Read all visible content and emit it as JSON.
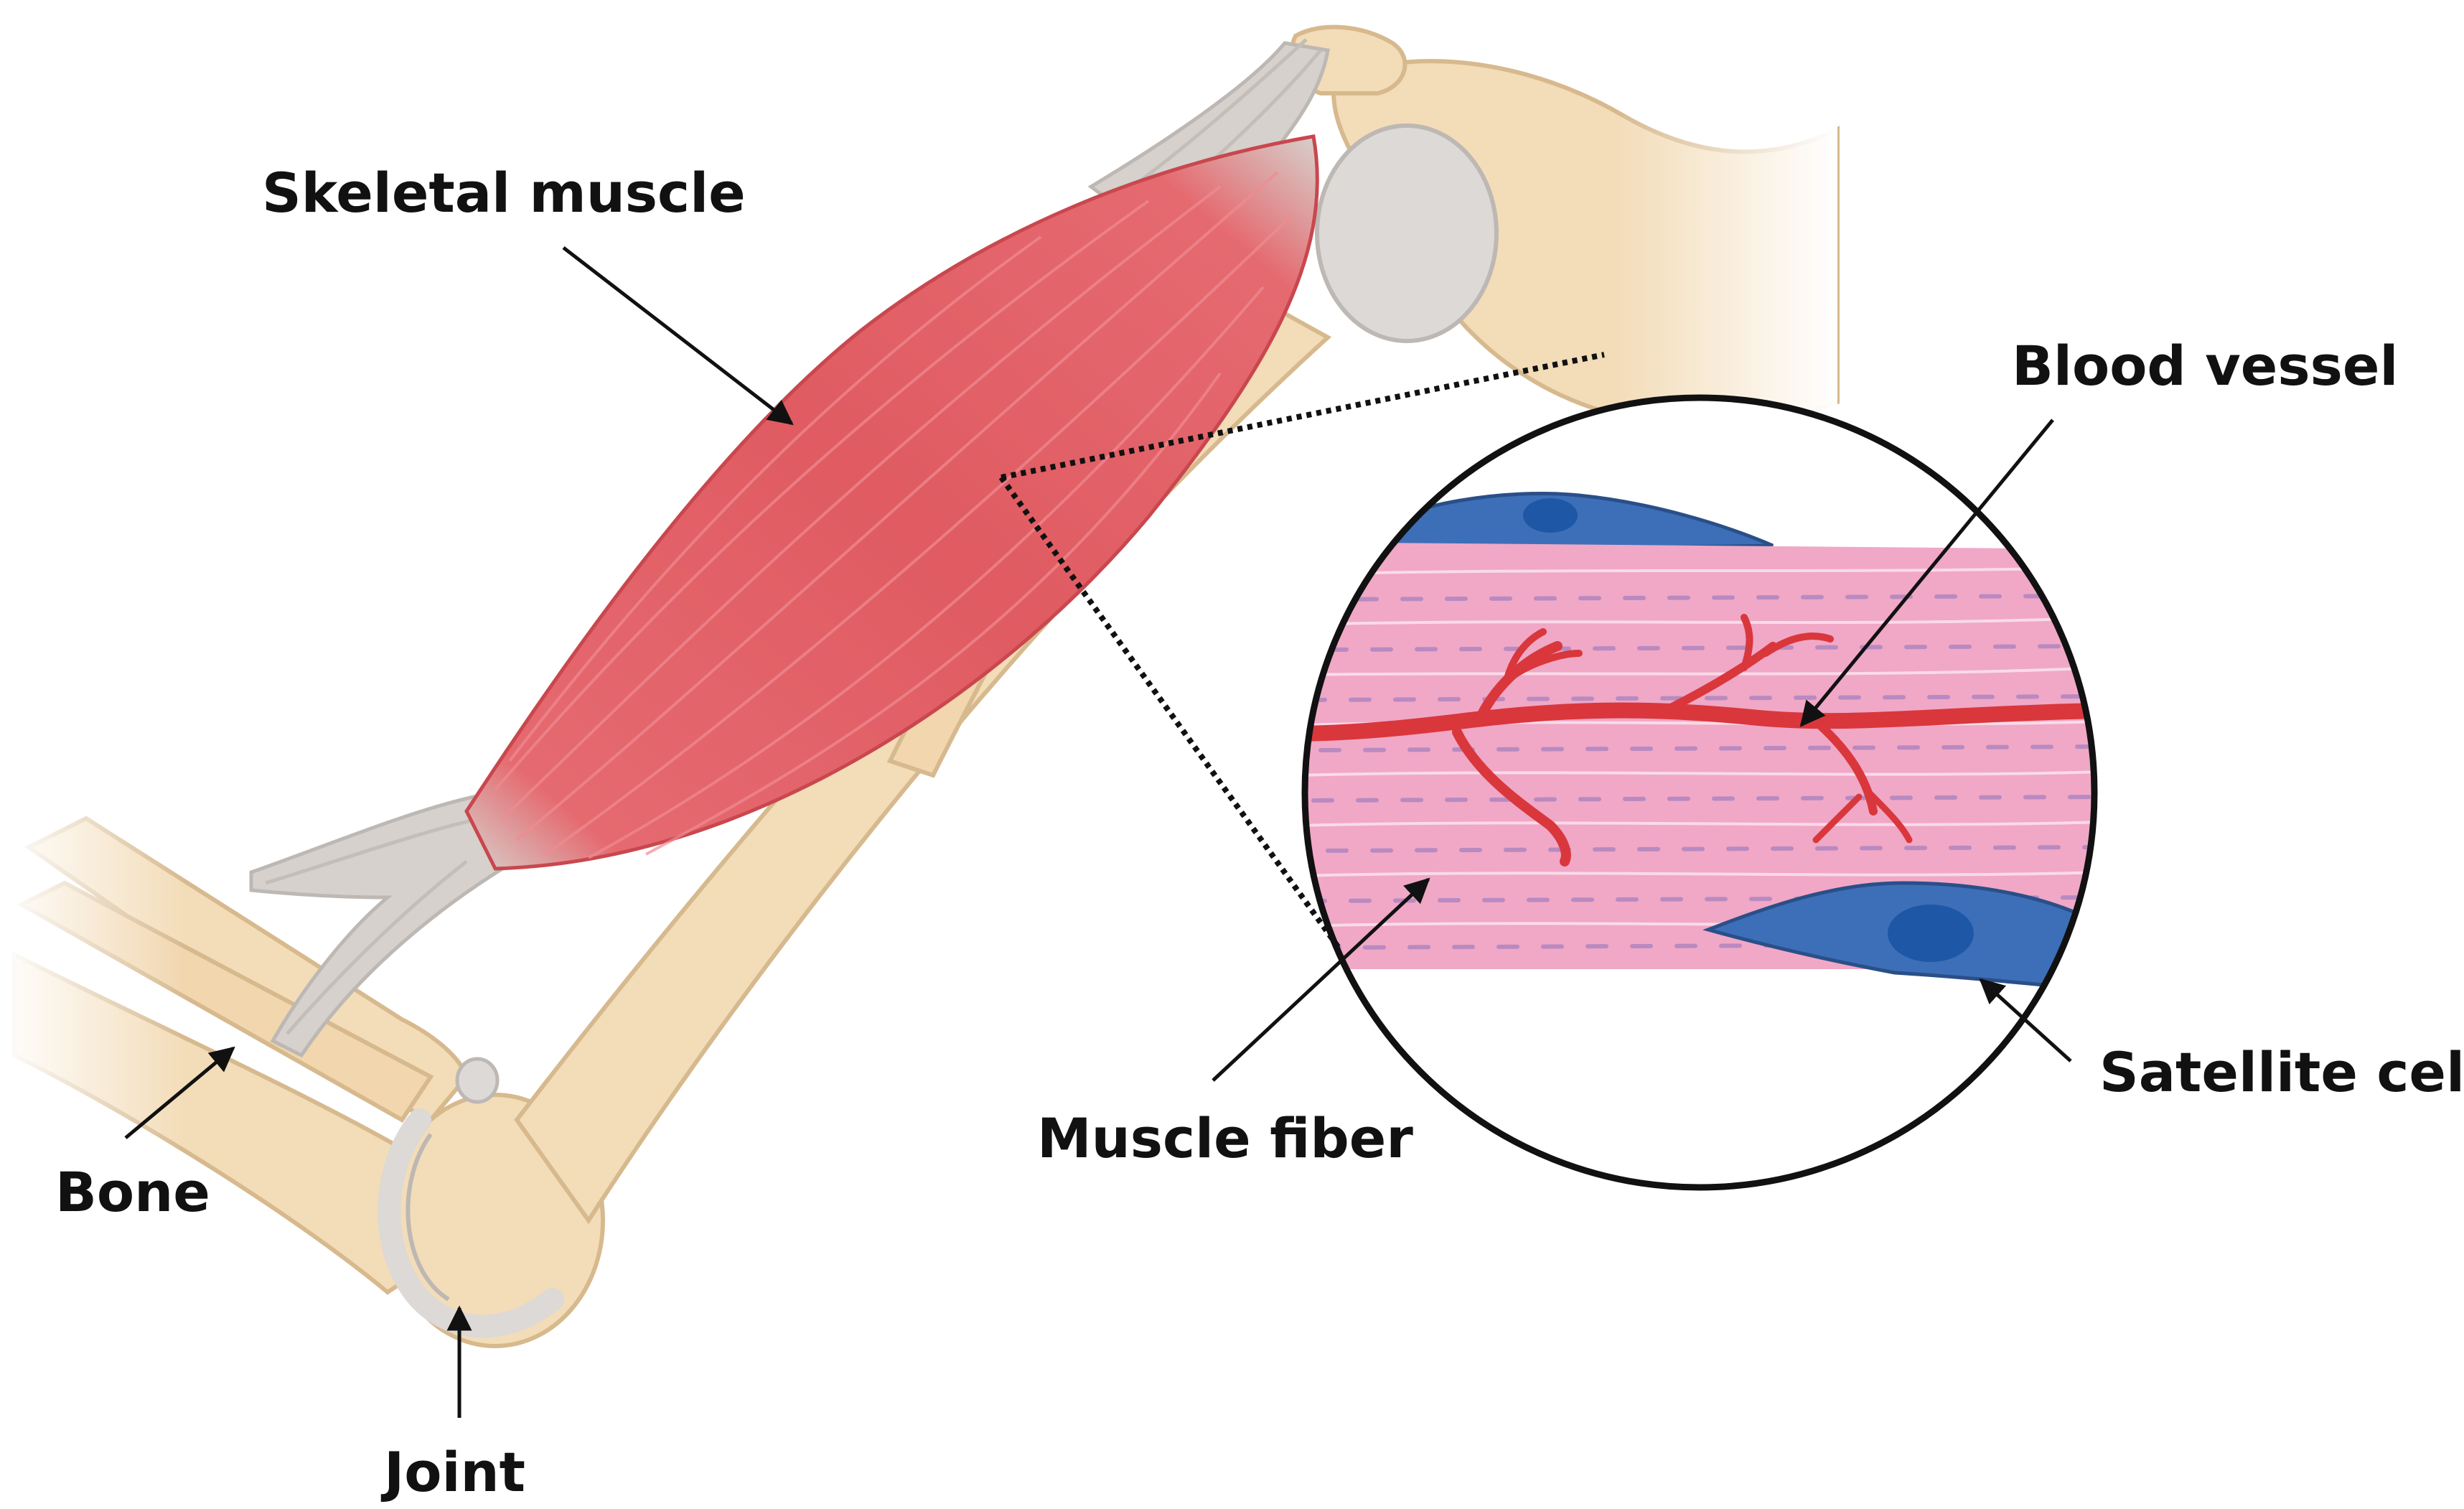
{
  "labels": {
    "skeletal_muscle": "Skeletal muscle",
    "blood_vessel": "Blood vessel",
    "bone": "Bone",
    "joint": "Joint",
    "muscle_fiber": "Muscle fiber",
    "satellite_cell": "Satellite cell"
  },
  "colors": {
    "bone": "#f3dcb8",
    "bone_outline": "#d7b98e",
    "cartilage": "#dcd9d6",
    "muscle": "#e26166",
    "tendon": "#d6d1cc",
    "fiber": "#f0a8c6",
    "vessel": "#d9373c",
    "satellite_cell": "#3d6fb8",
    "nucleus": "#1d57a6",
    "arrow": "#111111"
  }
}
